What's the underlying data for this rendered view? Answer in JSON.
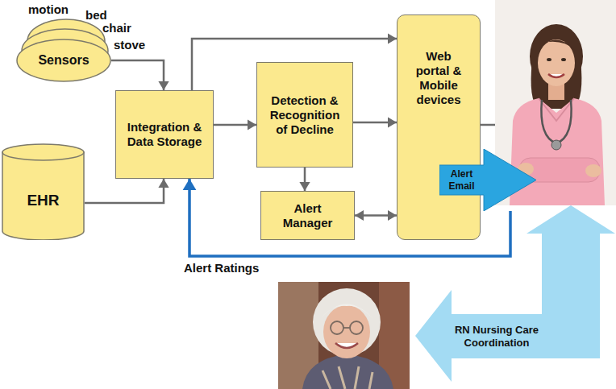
{
  "diagram": {
    "nodes": [
      {
        "text": [
          "Sensors"
        ]
      },
      {
        "text": [
          "EHR"
        ]
      },
      {
        "text": [
          "Integration & Data Storage"
        ]
      },
      {
        "text": [
          "Detection & Recognition of Decline"
        ]
      },
      {
        "text": [
          "Alert Manager"
        ]
      },
      {
        "text": [
          "Web portal & Mobile devices"
        ]
      },
      {
        "text": [
          "Alert Email"
        ]
      },
      {
        "text": [
          "RN Nursing Care Coordination"
        ]
      }
    ],
    "edges": [
      {
        "from": 0,
        "to": 2,
        "arrow": "to"
      },
      {
        "from": 1,
        "to": 2,
        "arrow": "to"
      },
      {
        "from": 2,
        "to": 5,
        "arrow": "to"
      },
      {
        "from": 2,
        "to": 3,
        "arrow": "to"
      },
      {
        "from": 3,
        "to": 5,
        "arrow": "to"
      },
      {
        "from": 3,
        "to": 4,
        "arrow": "to"
      },
      {
        "from": 4,
        "to": 5,
        "arrow": "both"
      },
      {
        "from": 6,
        "to": 2,
        "label": "Alert Ratings",
        "arrow": "to"
      }
    ],
    "labels": [
      "motion",
      "bed",
      "chair",
      "stove"
    ]
  }
}
